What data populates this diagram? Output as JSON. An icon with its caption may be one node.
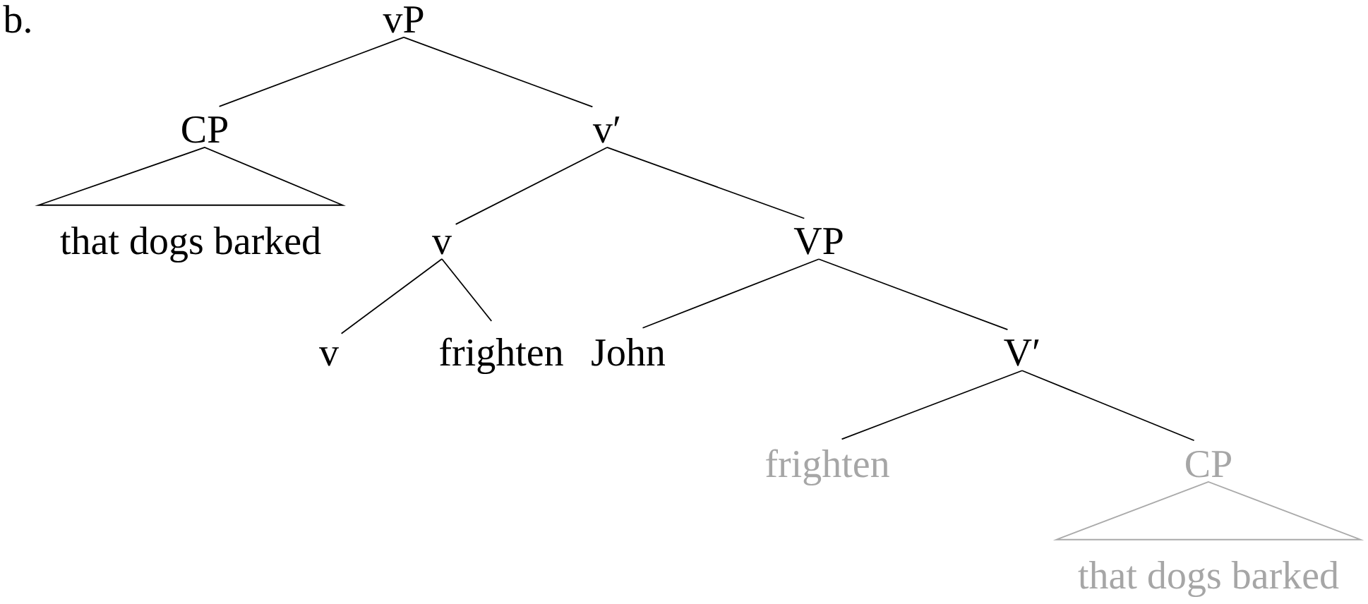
{
  "diagram": {
    "nodes": [
      {
        "text": [
          "vP"
        ]
      },
      {
        "text": [
          "CP"
        ]
      },
      {
        "text": [
          "v′"
        ]
      },
      {
        "text": [
          "that dogs barked"
        ]
      },
      {
        "text": [
          "v"
        ]
      },
      {
        "text": [
          "VP"
        ]
      },
      {
        "text": [
          "v"
        ]
      },
      {
        "text": [
          "frighten"
        ]
      },
      {
        "text": [
          "John"
        ]
      },
      {
        "text": [
          "V′"
        ]
      },
      {
        "text": [
          "frighten"
        ]
      },
      {
        "text": [
          "CP"
        ]
      },
      {
        "text": [
          "that dogs barked"
        ]
      }
    ],
    "edges": [
      {
        "from": 0,
        "to": 1,
        "arrow": "none"
      },
      {
        "from": 0,
        "to": 2,
        "arrow": "none"
      },
      {
        "from": 1,
        "to": 3,
        "arrow": "none"
      },
      {
        "from": 2,
        "to": 4,
        "arrow": "none"
      },
      {
        "from": 2,
        "to": 5,
        "arrow": "none"
      },
      {
        "from": 4,
        "to": 6,
        "arrow": "none"
      },
      {
        "from": 4,
        "to": 7,
        "arrow": "none"
      },
      {
        "from": 5,
        "to": 8,
        "arrow": "none"
      },
      {
        "from": 5,
        "to": 9,
        "arrow": "none"
      },
      {
        "from": 9,
        "to": 10,
        "arrow": "none"
      },
      {
        "from": 9,
        "to": 11,
        "arrow": "none"
      },
      {
        "from": 11,
        "to": 12,
        "arrow": "none",
        "color": "#aaaaaa"
      }
    ],
    "labels": [
      "b."
    ]
  }
}
